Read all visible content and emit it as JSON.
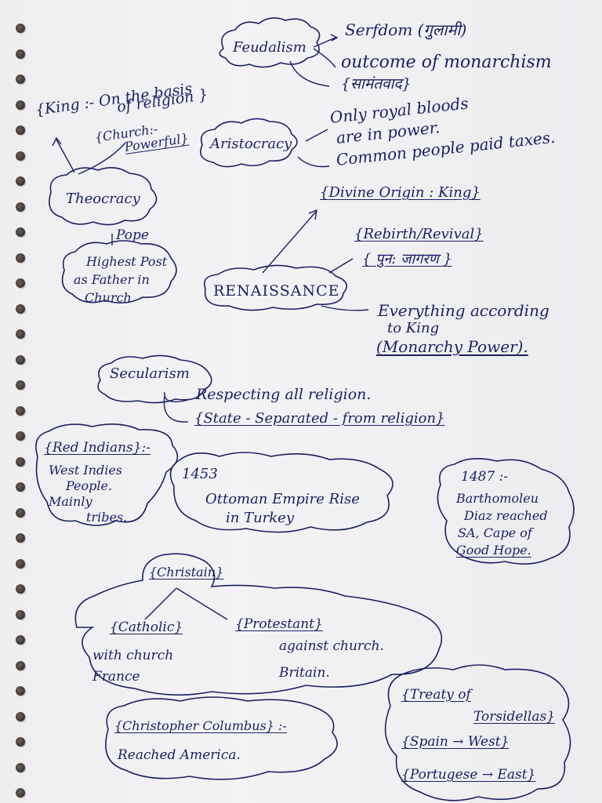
{
  "feudalism": {
    "title": "Feudalism",
    "points": [
      "Serfdom (गुलामी)",
      "outcome of monarchism",
      "{सामंतवाद}"
    ]
  },
  "king": {
    "line1": "{King :- On the basis",
    "line2": "of religion }"
  },
  "church": {
    "line1": "{Church:-",
    "line2": "Powerful}"
  },
  "aristocracy": {
    "title": "Aristocracy",
    "points": [
      "Only royal bloods",
      "are in power.",
      "Common people paid taxes."
    ]
  },
  "theocracy": {
    "title": "Theocracy",
    "pope": "Pope",
    "desc": [
      "Highest Post",
      "as Father in",
      "Church"
    ]
  },
  "renaissance": {
    "title": "RENAISSANCE",
    "divine": "{Divine Origin : King}",
    "rebirth": "{Rebirth/Revival}",
    "hindi": "{ पुन: जागरण }",
    "everything": [
      "Everything according",
      "to King",
      "(Monarchy Power)."
    ]
  },
  "secularism": {
    "title": "Secularism",
    "points": [
      "Respecting all religion.",
      "{State - Separated - from religion}"
    ]
  },
  "red_indians": {
    "title": "{Red Indians}:-",
    "points": [
      "West Indies",
      "People.",
      "Mainly",
      "tribes."
    ]
  },
  "year_1453": {
    "title": "1453",
    "points": [
      "Ottoman Empire Rise",
      "in Turkey"
    ]
  },
  "year_1487": {
    "title": "1487 :-",
    "points": [
      "Barthomoleu",
      "Diaz reached",
      "SA, Cape of",
      "Good Hope."
    ]
  },
  "christian": {
    "title": "{Christain}",
    "catholic": "{Catholic}",
    "catholic_points": [
      "with church",
      "France"
    ],
    "protestant": "{Protestant}",
    "protestant_points": [
      "against church.",
      "Britain."
    ]
  },
  "columbus": {
    "title": "{Christopher Columbus} :-",
    "point": "Reached America."
  },
  "treaty": {
    "title": [
      "{Treaty of",
      "Torsidellas}"
    ],
    "points": [
      "{Spain → West}",
      "{Portugese → East}"
    ]
  }
}
